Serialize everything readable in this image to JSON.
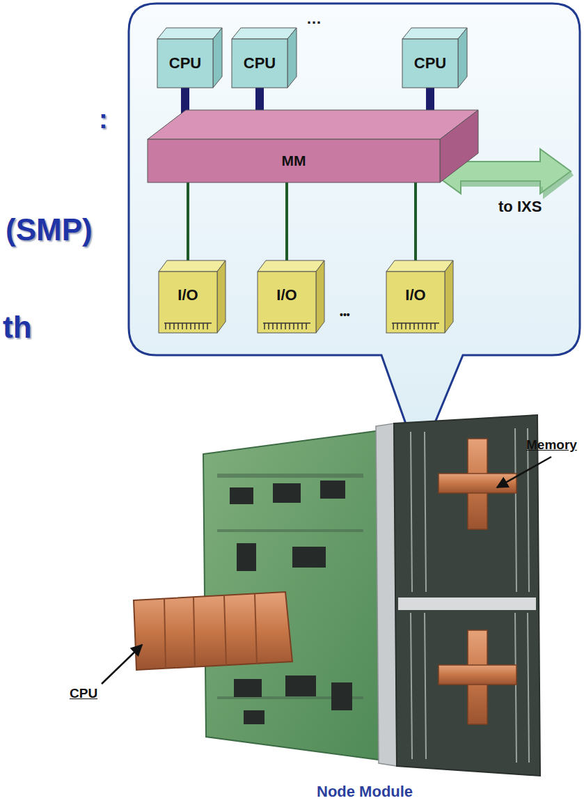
{
  "diagram": {
    "caption": "Node Module",
    "nodes": [
      {
        "text": [
          "CPU"
        ]
      },
      {
        "text": [
          "CPU"
        ]
      },
      {
        "text": [
          "CPU"
        ]
      },
      {
        "text": [
          "MM"
        ]
      },
      {
        "text": [
          "I/O"
        ]
      },
      {
        "text": [
          "I/O"
        ]
      },
      {
        "text": [
          "I/O"
        ]
      }
    ],
    "edges": [
      {
        "from": 0,
        "to": 3,
        "arrow": "none"
      },
      {
        "from": 1,
        "to": 3,
        "arrow": "none"
      },
      {
        "from": 2,
        "to": 3,
        "arrow": "none"
      },
      {
        "from": 3,
        "to": 4,
        "arrow": "none"
      },
      {
        "from": 3,
        "to": 5,
        "arrow": "none"
      },
      {
        "from": 3,
        "to": 6,
        "arrow": "none"
      }
    ],
    "labels": [
      ":",
      "(SMP)",
      "th",
      "…",
      "to IXS",
      "•••",
      "Memory",
      "CPU"
    ]
  }
}
